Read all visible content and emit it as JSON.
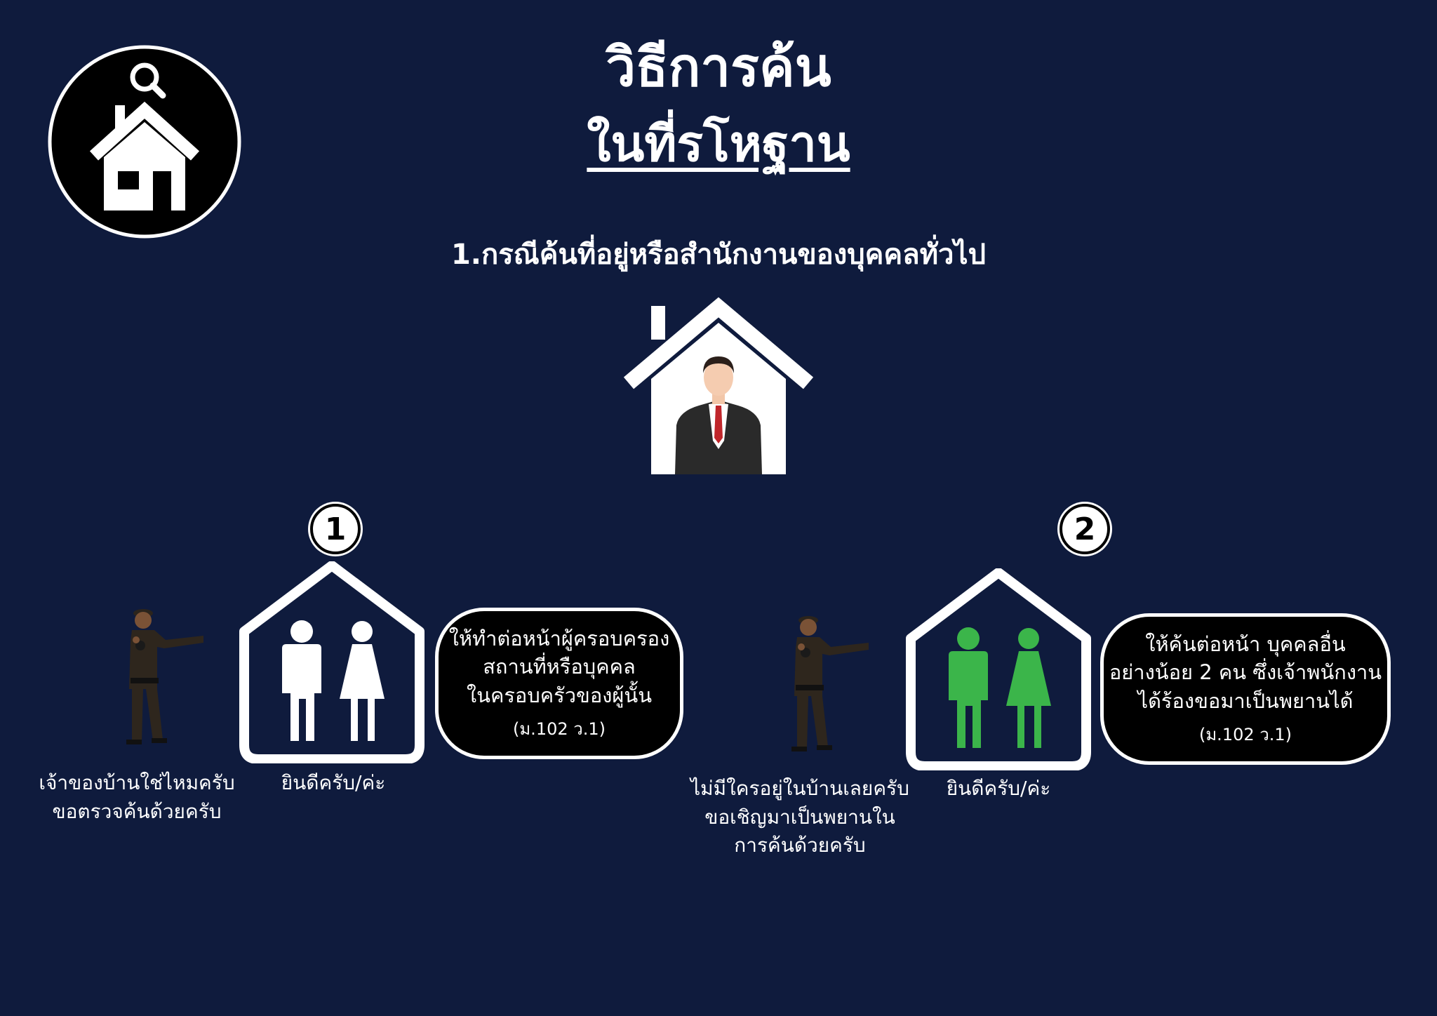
{
  "header": {
    "title_line1": "วิธีการค้น",
    "title_line2": "ในที่รโหฐาน",
    "subtitle": "1.กรณีค้นที่อยู่หรือสำนักงานของบุคคลทั่วไป"
  },
  "icons": {
    "logo": "house-search-icon",
    "center": "house-with-man-icon",
    "officer": "police-officer-icon"
  },
  "colors": {
    "background": "#0f1b3d",
    "people_case1": "#ffffff",
    "people_case2": "#3bb54a"
  },
  "cases": [
    {
      "number": "1",
      "officer_speech": "เจ้าของบ้านใช่ไหมครับ\nขอตรวจค้นด้วยครับ",
      "resident_reply": "ยินดีครับ/ค่ะ",
      "rule_text": "ให้ทำต่อหน้าผู้ครอบครอง\nสถานที่หรือบุคคล\nในครอบครัวของผู้นั้น",
      "rule_ref": "(ม.102 ว.1)"
    },
    {
      "number": "2",
      "officer_speech": "ไม่มีใครอยู่ในบ้านเลยครับ\nขอเชิญมาเป็นพยานใน\nการค้นด้วยครับ",
      "resident_reply": "ยินดีครับ/ค่ะ",
      "rule_text": "ให้ค้นต่อหน้า บุคคลอื่น\nอย่างน้อย 2 คน ซึ่งเจ้าพนักงาน\nได้ร้องขอมาเป็นพยานได้",
      "rule_ref": "(ม.102 ว.1)"
    }
  ]
}
